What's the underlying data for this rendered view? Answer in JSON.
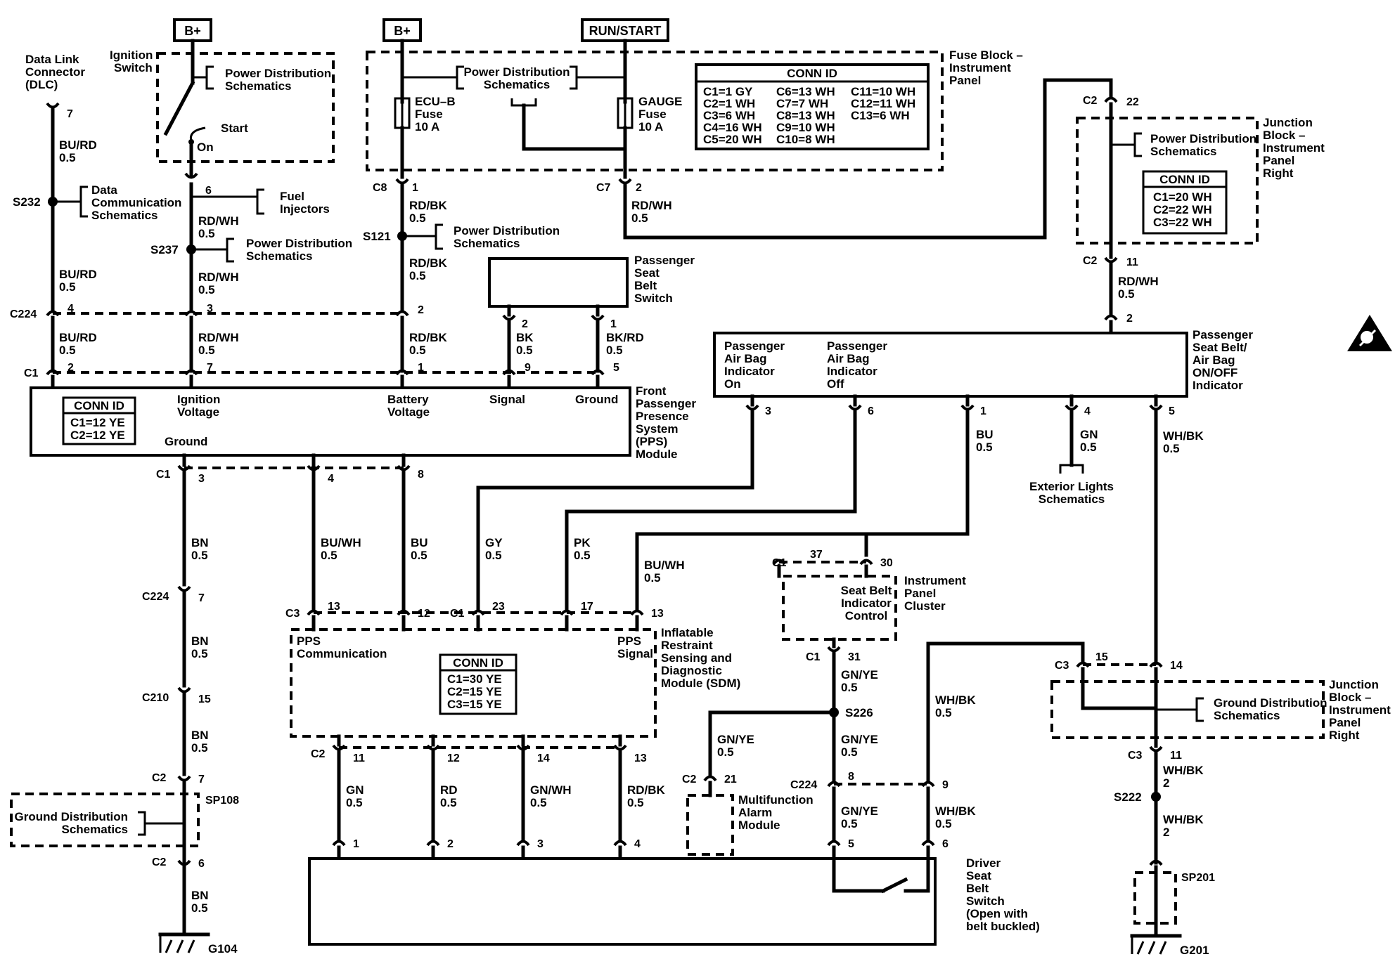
{
  "header_boxes": {
    "bplus_1": "B+",
    "bplus_2": "B+",
    "run_start": "RUN/START"
  },
  "dlc": {
    "line1": "Data Link",
    "line2": "Connector",
    "line3": "(DLC)",
    "pin": "7"
  },
  "ignition_switch": {
    "line1": "Ignition",
    "line2": "Switch",
    "pd1": "Power Distribution",
    "pd2": "Schematics",
    "start": "Start",
    "on": "On",
    "pin": "6"
  },
  "fuel_injectors": {
    "line1": "Fuel",
    "line2": "Injectors"
  },
  "fuse_block": {
    "line1": "Fuse Block –",
    "line2": "Instrument",
    "line3": "Panel",
    "pd1": "Power Distribution",
    "pd2": "Schematics",
    "ecub_1": "ECU–B",
    "ecub_2": "Fuse",
    "ecub_3": "10 A",
    "gauge_1": "GAUGE",
    "gauge_2": "Fuse",
    "gauge_3": "10 A",
    "conn_title": "CONN ID",
    "conn_col1": [
      "C1=1 GY",
      "C2=1 WH",
      "C3=6 WH",
      "C4=16 WH",
      "C5=20 WH"
    ],
    "conn_col2": [
      "C6=13 WH",
      "C7=7 WH",
      "C8=13 WH",
      "C9=10 WH",
      "C10=8 WH"
    ],
    "conn_col3": [
      "C11=10 WH",
      "C12=11 WH",
      "C13=6 WH"
    ],
    "c8": "C8",
    "c8_pin": "1",
    "c7": "C7",
    "c7_pin": "2"
  },
  "wires": {
    "dlc_bu_rd_1": "BU/RD",
    "dlc_bu_rd_1_g": "0.5",
    "dlc_bu_rd_2": "BU/RD",
    "dlc_bu_rd_2_g": "0.5",
    "dlc_bu_rd_3": "BU/RD",
    "dlc_bu_rd_3_g": "0.5",
    "ign_rd_wh_1": "RD/WH",
    "ign_rd_wh_1_g": "0.5",
    "ign_rd_wh_2": "RD/WH",
    "ign_rd_wh_2_g": "0.5",
    "ign_rd_wh_3": "RD/WH",
    "ign_rd_wh_3_g": "0.5",
    "bat_rd_bk_1": "RD/BK",
    "bat_rd_bk_1_g": "0.5",
    "bat_rd_bk_2": "RD/BK",
    "bat_rd_bk_2_g": "0.5",
    "bat_rd_bk_3": "RD/BK",
    "bat_rd_bk_3_g": "0.5",
    "gauge_rd_wh": "RD/WH",
    "gauge_rd_wh_g": "0.5",
    "pss_bk": "BK",
    "pss_bk_g": "0.5",
    "pss_bk_rd": "BK/RD",
    "pss_bk_rd_g": "0.5",
    "jb_rd_wh": "RD/WH",
    "jb_rd_wh_g": "0.5",
    "bn_1": "BN",
    "bn_1_g": "0.5",
    "bn_2": "BN",
    "bn_2_g": "0.5",
    "bn_3": "BN",
    "bn_3_g": "0.5",
    "bn_4": "BN",
    "bn_4_g": "0.5",
    "bu_wh_1": "BU/WH",
    "bu_wh_1_g": "0.5",
    "bu_1": "BU",
    "bu_1_g": "0.5",
    "gy": "GY",
    "gy_g": "0.5",
    "pk": "PK",
    "pk_g": "0.5",
    "bu_wh_2": "BU/WH",
    "bu_wh_2_g": "0.5",
    "bu_2": "BU",
    "bu_2_g": "0.5",
    "gn": "GN",
    "gn_g": "0.5",
    "wh_bk_1": "WH/BK",
    "wh_bk_1_g": "0.5",
    "gn_ye_1": "GN/YE",
    "gn_ye_1_g": "0.5",
    "gn_ye_2": "GN/YE",
    "gn_ye_2_g": "0.5",
    "gn_ye_3": "GN/YE",
    "gn_ye_3_g": "0.5",
    "gn_ye_4": "GN/YE",
    "gn_ye_4_g": "0.5",
    "wh_bk_2": "WH/BK",
    "wh_bk_2_g": "0.5",
    "wh_bk_3": "WH/BK",
    "wh_bk_3_g": "0.5",
    "sdm_gn": "GN",
    "sdm_gn_g": "0.5",
    "sdm_rd": "RD",
    "sdm_rd_g": "0.5",
    "sdm_gn_wh": "GN/WH",
    "sdm_gn_wh_g": "0.5",
    "sdm_rd_bk": "RD/BK",
    "sdm_rd_bk_g": "0.5",
    "wh_bk_4": "WH/BK",
    "wh_bk_4_g": "2",
    "wh_bk_5": "WH/BK",
    "wh_bk_5_g": "2"
  },
  "splices": {
    "s232": "S232",
    "s237": "S237",
    "s121": "S121",
    "s226": "S226",
    "s222": "S222",
    "sp108": "SP108",
    "sp201": "SP201"
  },
  "schem_refs": {
    "data_comm_1": "Data",
    "data_comm_2": "Communication",
    "data_comm_3": "Schematics",
    "pd_s237_1": "Power Distribution",
    "pd_s237_2": "Schematics",
    "pd_s121_1": "Power Distribution",
    "pd_s121_2": "Schematics",
    "ext_lights_1": "Exterior Lights",
    "ext_lights_2": "Schematics",
    "gd_sp108_1": "Ground Distribution",
    "gd_sp108_2": "Schematics",
    "gd_jb_1": "Ground Distribution",
    "gd_jb_2": "Schematics"
  },
  "connectors": {
    "c224_top": "C224",
    "c224_top_p4": "4",
    "c224_top_p3": "3",
    "c224_top_p2": "2",
    "c1_top": "C1",
    "c1_top_p2": "2",
    "c1_top_p7": "7",
    "c1_top_p1": "1",
    "c1_top_p9": "9",
    "c1_top_p5": "5",
    "pss_p2": "2",
    "pss_p1": "1",
    "c1_bot": "C1",
    "c1_bot_p3": "3",
    "c1_bot_p4": "4",
    "c1_bot_p8": "8",
    "c224_bn": "C224",
    "c224_bn_p": "7",
    "c210": "C210",
    "c210_p": "15",
    "c2_sp108": "C2",
    "c2_sp108_p": "7",
    "c2_sp108_b": "C2",
    "c2_sp108_b_p": "6",
    "c3_sdm": "C3",
    "c3_p13": "13",
    "c3_p12": "12",
    "c1_sdm": "C1",
    "c1_p23": "23",
    "c1_p17": "17",
    "c1_p13": "13",
    "c2_sdm": "C2",
    "c2_p11": "11",
    "c2_p12": "12",
    "c2_p14": "14",
    "c2_p13": "13",
    "dsb_p1": "1",
    "dsb_p2": "2",
    "dsb_p3": "3",
    "dsb_p4": "4",
    "dsb_p5": "5",
    "dsb_p6": "6",
    "ipc_c1": "C1",
    "ipc_p37": "37",
    "ipc_p30": "30",
    "ipc_c1_b": "C1",
    "ipc_p31": "31",
    "c2_mam": "C2",
    "c2_mam_p": "21",
    "c224_dsb": "C224",
    "c224_dsb_p8": "8",
    "c224_dsb_p9": "9",
    "ind_p3": "3",
    "ind_p6": "6",
    "ind_p1": "1",
    "ind_p4": "4",
    "ind_p5": "5",
    "ind_p2": "2",
    "jb_c2_top": "C2",
    "jb_c2_top_p": "22",
    "jb_c2_bot": "C2",
    "jb_c2_bot_p": "11",
    "jb2_c3": "C3",
    "jb2_c3_p15": "15",
    "jb2_c3_p14": "14",
    "jb2_c3_b": "C3",
    "jb2_c3_b_p": "11"
  },
  "pps_module": {
    "line1": "Front",
    "line2": "Passenger",
    "line3": "Presence",
    "line4": "System",
    "line5": "(PPS)",
    "line6": "Module",
    "conn_title": "CONN ID",
    "conn_1": "C1=12 YE",
    "conn_2": "C2=12 YE",
    "ign_1": "Ignition",
    "ign_2": "Voltage",
    "bat_1": "Battery",
    "bat_2": "Voltage",
    "signal": "Signal",
    "ground": "Ground",
    "ground_bot": "Ground"
  },
  "pass_seat_belt_switch": {
    "line1": "Passenger",
    "line2": "Seat",
    "line3": "Belt",
    "line4": "Switch"
  },
  "junction_block_top": {
    "line1": "Junction",
    "line2": "Block –",
    "line3": "Instrument",
    "line4": "Panel",
    "line5": "Right",
    "pd1": "Power Distribution",
    "pd2": "Schematics",
    "conn_title": "CONN ID",
    "conn_1": "C1=20 WH",
    "conn_2": "C2=22 WH",
    "conn_3": "C3=22 WH"
  },
  "indicator": {
    "line1": "Passenger",
    "line2": "Seat Belt/",
    "line3": "Air Bag",
    "line4": "ON/OFF",
    "line5": "Indicator",
    "on_1": "Passenger",
    "on_2": "Air Bag",
    "on_3": "Indicator",
    "on_4": "On",
    "off_1": "Passenger",
    "off_2": "Air Bag",
    "off_3": "Indicator",
    "off_4": "Off"
  },
  "sdm": {
    "line1": "Inflatable",
    "line2": "Restraint",
    "line3": "Sensing and",
    "line4": "Diagnostic",
    "line5": "Module (SDM)",
    "pps_comm_1": "PPS",
    "pps_comm_2": "Communication",
    "pps_sig_1": "PPS",
    "pps_sig_2": "Signal",
    "conn_title": "CONN ID",
    "conn_1": "C1=30 YE",
    "conn_2": "C2=15 YE",
    "conn_3": "C3=15 YE"
  },
  "ipc": {
    "line1": "Instrument",
    "line2": "Panel",
    "line3": "Cluster",
    "ctl_1": "Seat Belt",
    "ctl_2": "Indicator",
    "ctl_3": "Control"
  },
  "mam": {
    "line1": "Multifunction",
    "line2": "Alarm",
    "line3": "Module"
  },
  "junction_block_bot": {
    "line1": "Junction",
    "line2": "Block –",
    "line3": "Instrument",
    "line4": "Panel",
    "line5": "Right"
  },
  "driver_switch": {
    "line1": "Driver",
    "line2": "Seat",
    "line3": "Belt",
    "line4": "Switch",
    "line5": "(Open with",
    "line6": "belt buckled)"
  },
  "grounds": {
    "g104": "G104",
    "g201": "G201"
  }
}
